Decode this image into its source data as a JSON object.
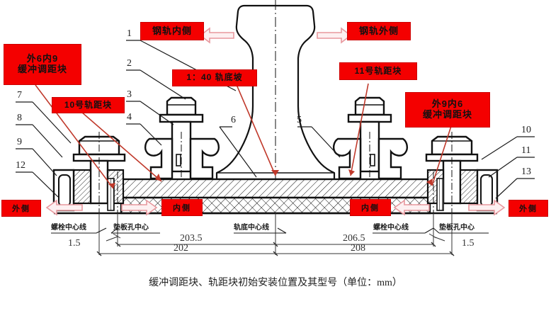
{
  "figure": {
    "caption": "缓冲调距块、轨距块初始安装位置及其型号（单位：mm）"
  },
  "callouts": {
    "rail_inner_side": "钢轨内侧",
    "rail_outer_side": "钢轨外侧",
    "rail_cant": "1：40 轨底坡",
    "gauge_block_10": "10号轨距块",
    "gauge_block_11": "11号轨距块",
    "buffer_left_line1": "外6内9",
    "buffer_left_line2": "缓冲调距块",
    "buffer_right_line1": "外9内6",
    "buffer_right_line2": "缓冲调距块"
  },
  "side_markers": {
    "outer_left": "外侧",
    "inner_left": "内侧",
    "inner_right": "内侧",
    "outer_right": "外侧"
  },
  "leader_numbers": {
    "n1": "1",
    "n2": "2",
    "n3": "3",
    "n4": "4",
    "n5": "5",
    "n6": "6",
    "n7": "7",
    "n8": "8",
    "n9": "9",
    "n10": "10",
    "n11": "11",
    "n12": "12",
    "n13": "13"
  },
  "centerline_labels": {
    "bolt_center_left": "螺栓中心线",
    "plate_hole_center_left": "垫板孔中心",
    "rail_base_center": "轨底中心线",
    "bolt_center_right": "螺栓中心线",
    "plate_hole_center_right": "垫板孔中心"
  },
  "dimensions": {
    "offset_left": "1.5",
    "offset_right": "1.5",
    "inner_left": "203.5",
    "outer_left": "202",
    "inner_right": "206.5",
    "outer_right": "208"
  },
  "colors": {
    "callout_red": "#f40000",
    "callout_border": "#cc0000",
    "leader_red": "#c0392b",
    "arrow_pink": "#f3b9bd",
    "line_black": "#111111"
  }
}
